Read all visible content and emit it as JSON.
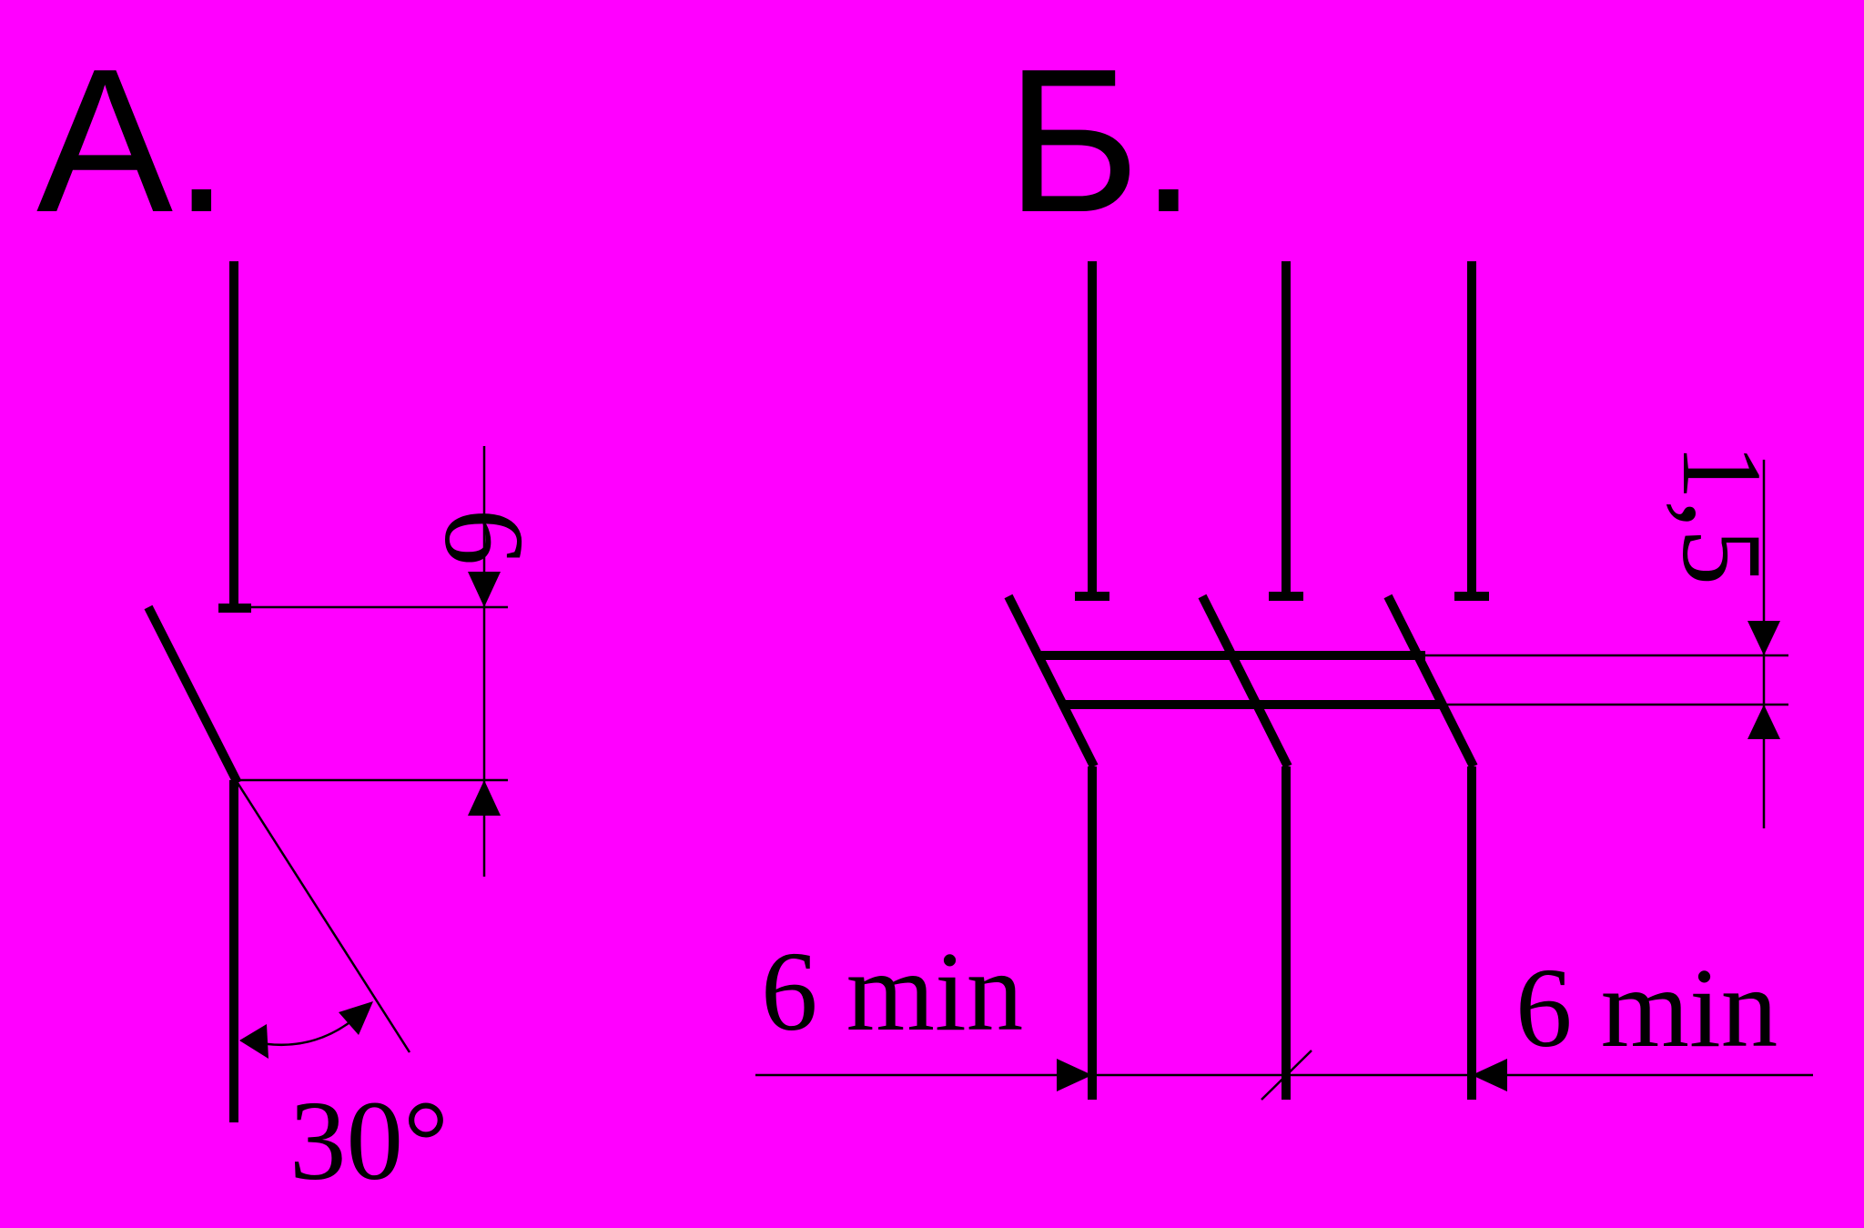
{
  "background_color": "#ff00ff",
  "line_color": "#000000",
  "panel_a": {
    "label": "А.",
    "dimension_vertical": "6",
    "angle": "30°"
  },
  "panel_b": {
    "label": "Б.",
    "dimension_vertical": "1,5",
    "dimension_left": "6 min",
    "dimension_right": "6 min"
  }
}
